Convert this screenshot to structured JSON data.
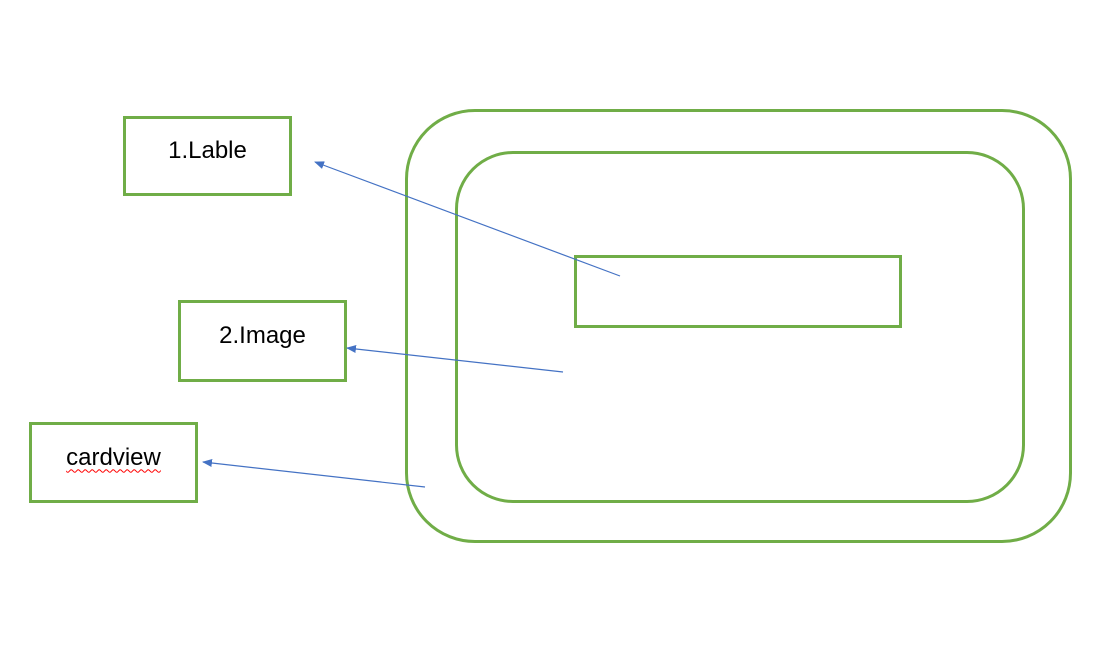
{
  "callouts": {
    "label": "1.Lable",
    "image": "2.Image",
    "cardview": "cardview"
  },
  "colors": {
    "shape_outline": "#70ad47",
    "arrow": "#4472c4",
    "spellcheck_underline": "#ff0000"
  }
}
